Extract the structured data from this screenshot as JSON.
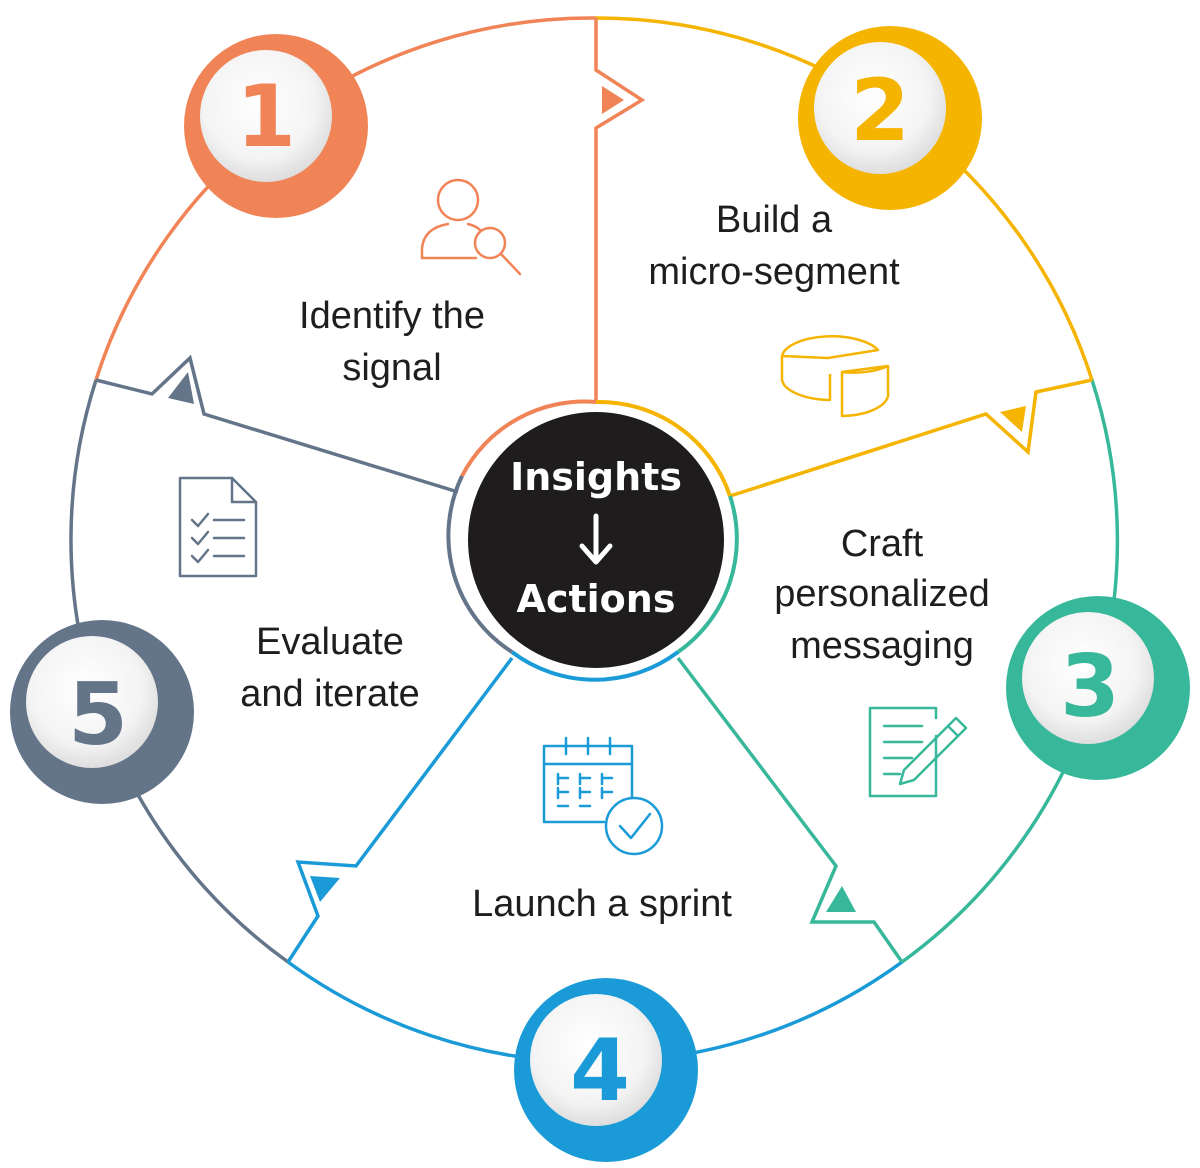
{
  "hub": {
    "line1": "Insights",
    "line2": "Actions"
  },
  "steps": [
    {
      "number": "1",
      "label_line1": "Identify the",
      "label_line2": "signal",
      "color": "#F08457",
      "icon": "user-search-icon"
    },
    {
      "number": "2",
      "label_line1": "Build a",
      "label_line2": "micro-segment",
      "color": "#F5B400",
      "icon": "pie-chart-icon"
    },
    {
      "number": "3",
      "label_line1": "Craft",
      "label_line2": "personalized",
      "label_line3": "messaging",
      "color": "#37B89A",
      "icon": "document-edit-icon"
    },
    {
      "number": "4",
      "label_line1": "Launch a sprint",
      "color": "#1A9BD7",
      "icon": "calendar-check-icon"
    },
    {
      "number": "5",
      "label_line1": "Evaluate",
      "label_line2": "and iterate",
      "color": "#647489",
      "icon": "checklist-icon"
    }
  ]
}
